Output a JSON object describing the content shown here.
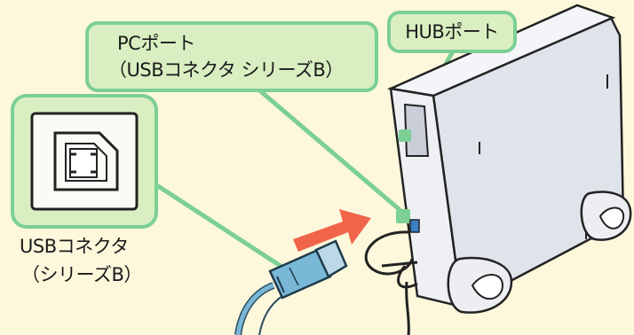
{
  "callouts": {
    "pc_port_title": "PCポート",
    "pc_port_sub": "（USBコネクタ シリーズB）",
    "hub_port": "HUBポート"
  },
  "connector_label": {
    "line1": "USBコネクタ",
    "line2": "（シリーズB）"
  },
  "colors": {
    "background": "#fdf8dc",
    "callout_fill": "#d9efc2",
    "callout_border": "#7ccf95",
    "arrow": "#f0644a",
    "cable": "#7ab8d8",
    "device_body": "#eef0f4"
  }
}
